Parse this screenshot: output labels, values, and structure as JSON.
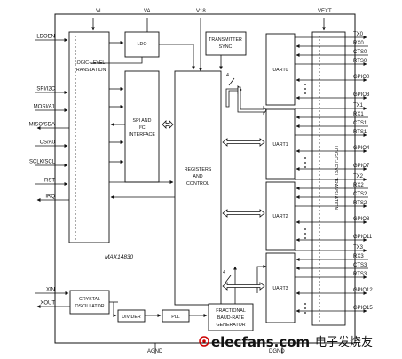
{
  "chip_name": "MAX14830",
  "supplies": [
    "VL",
    "VA",
    "V18",
    "VEXT"
  ],
  "grounds": [
    "AGND",
    "DGND"
  ],
  "left_signals": [
    "LDOEN",
    "SPI/I2C",
    "MOSI/A1",
    "MISO/SDA",
    "CS/A0",
    "SCLK/SCL",
    "RST",
    "IRQ",
    "XIN",
    "XOUT"
  ],
  "blocks": {
    "logic_left": [
      "LOGIC-LEVEL",
      "TRANSLATION"
    ],
    "ldo": "LDO",
    "tx_sync": [
      "TRANSMITTER",
      "SYNC"
    ],
    "spi": [
      "SPI AND",
      "I²C",
      "INTERFACE"
    ],
    "regs": [
      "REGISTERS",
      "AND",
      "CONTROL"
    ],
    "uarts": [
      "UART0",
      "UART1",
      "UART2",
      "UART3"
    ],
    "logic_right": "LOGIC-LEVEL TRANSLATION",
    "crystal": [
      "CRYSTAL",
      "OSCILLATOR"
    ],
    "divider": "DIVIDER",
    "pll": "PLL",
    "fbrg": [
      "FRACTIONAL",
      "BAUD-RATE",
      "GENERATOR"
    ]
  },
  "bus_width": "4",
  "right_pins": [
    "TX0",
    "RX0",
    "CTS0",
    "RTS0",
    "GPIO0",
    "GPIO3",
    "TX1",
    "RX1",
    "CTS1",
    "RTS1",
    "GPIO4",
    "GPIO7",
    "TX2",
    "RX2",
    "CTS2",
    "RTS2",
    "GPIO8",
    "GPIO11",
    "TX3",
    "RX3",
    "CTS3",
    "RTS3",
    "GPIO12",
    "GPIO15"
  ],
  "watermark": {
    "site": "elecfans.com",
    "cn": "电子发烧友"
  }
}
